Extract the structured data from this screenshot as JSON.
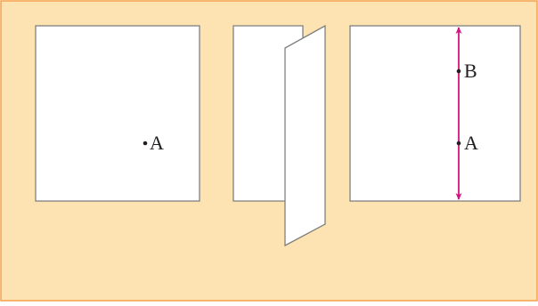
{
  "colors": {
    "background": "#FEE3B2",
    "frame_border": "#F5A04A",
    "paper_fill": "#FFFFFF",
    "paper_stroke": "#7F7F7F",
    "dot": "#231F20",
    "label": "#231F20",
    "fold_line": "#D6127E"
  },
  "panels": {
    "square_1": {
      "point_label": "A"
    },
    "square_3": {
      "top_point_label": "B",
      "bottom_point_label": "A"
    }
  }
}
